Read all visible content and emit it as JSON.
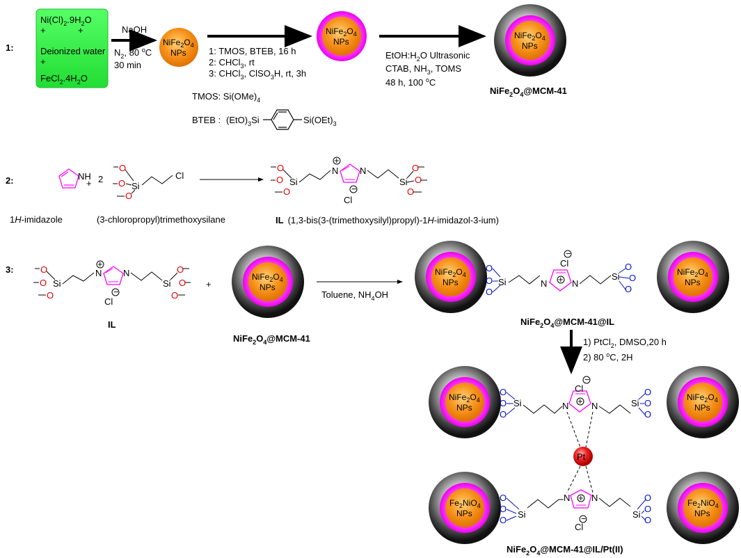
{
  "step_labels": [
    "1:",
    "2:",
    "3:"
  ],
  "step1": {
    "reagent_box": {
      "line1": "Ni(Cl)",
      "line1_sub": "2",
      "line1_end": ".9H",
      "line1_sub2": "2",
      "line1_end2": "O",
      "plus1": "+",
      "plus2": "+",
      "line2": "Deionized water",
      "plus3": "+",
      "line3": "FeCl",
      "line3_sub": "2",
      "line3_end": ".4H",
      "line3_sub2": "2",
      "line3_end2": "O"
    },
    "arrow1_top": "NaOH",
    "arrow1_cond1_a": "N",
    "arrow1_cond1_sub": "2",
    "arrow1_cond1_b": ", 80 ",
    "arrow1_cond1_sup": "o",
    "arrow1_cond1_c": "C",
    "arrow1_cond2": "30 min",
    "np_label_a": "NiFe",
    "np_label_sub1": "2",
    "np_label_b": "O",
    "np_label_sub2": "4",
    "np_label_line2": "NPs",
    "arrow2_c1": "1: TMOS, BTEB, 16 h",
    "arrow2_c2_a": "2: CHCl",
    "arrow2_c2_sub": "3",
    "arrow2_c2_b": ", rt",
    "arrow2_c3_a": "3: CHCl",
    "arrow2_c3_sub": "3",
    "arrow2_c3_b": ", ClSO",
    "arrow2_c3_sub2": "3",
    "arrow2_c3_c": "H, rt, 3h",
    "arrow3_c1_a": "EtOH:H",
    "arrow3_c1_sub": "2",
    "arrow3_c1_b": "O Ultrasonic",
    "arrow3_c2_a": "CTAB, NH",
    "arrow3_c2_sub": "3",
    "arrow3_c2_b": ", TOMS",
    "arrow3_c3_a": "48 h, 100 ",
    "arrow3_c3_sup": "o",
    "arrow3_c3_b": "C",
    "product_a": "NiFe",
    "product_sub1": "2",
    "product_b": "O",
    "product_sub2": "4",
    "product_c": "@MCM-41",
    "tmos_a": "TMOS: Si(OMe)",
    "tmos_sub": "4",
    "bteb_label": "BTEB :",
    "bteb_left_a": "(EtO)",
    "bteb_left_sub": "3",
    "bteb_left_b": "Si",
    "bteb_right_a": "Si(OEt)",
    "bteb_right_sub": "3"
  },
  "step2": {
    "nh": "NH",
    "plus": "+",
    "coef": "2",
    "o": "O",
    "si": "Si",
    "cl": "Cl",
    "n": "N",
    "plus_charge": "+",
    "minus_charge": "−",
    "cl_anion": "Cl",
    "label_imid_a": "1",
    "label_imid_i": "H",
    "label_imid_b": "-imidazole",
    "label_silane": "(3-chloropropyl)trimethoxysilane",
    "label_il_bold": "IL",
    "label_il_a": "(1,3-bis(3-(trimethoxysilyl)propyl)-1",
    "label_il_i": "H",
    "label_il_b": "-imidazol-3-ium)"
  },
  "step3": {
    "plus": "+",
    "il_label": "IL",
    "mcm_a": "NiFe",
    "mcm_sub1": "2",
    "mcm_b": "O",
    "mcm_sub2": "4",
    "mcm_c": "@MCM-41",
    "arrow_a": "Toluene, NH",
    "arrow_sub": "4",
    "arrow_b": "OH",
    "product_a": "NiFe",
    "product_sub1": "2",
    "product_b": "O",
    "product_sub2": "4",
    "product_c": "@MCM-41@IL",
    "down_c1_a": "1) PtCl",
    "down_c1_sub": "2",
    "down_c1_b": ", DMSO,20 h",
    "down_c2_a": "2) 80 ",
    "down_c2_sup": "o",
    "down_c2_b": "C, 2H",
    "pt": "Pt",
    "fe2_a": "Fe",
    "fe2_sub1": "2",
    "fe2_b": "NiO",
    "fe2_sub2": "4",
    "final_a": "NiFe",
    "final_sub1": "2",
    "final_b": "O",
    "final_sub2": "4",
    "final_c": "@MCM-41@IL/Pt(II)"
  },
  "colors": {
    "box_green": "#33ee44",
    "orange": "#f7941d",
    "magenta": "#ff00ff",
    "shell_dark": "#2a2a2a",
    "oxygen_red": "#e00000",
    "oxygen_blue": "#0010d0",
    "imidazole": "#ff00ff",
    "pt_red": "#ee1111"
  }
}
